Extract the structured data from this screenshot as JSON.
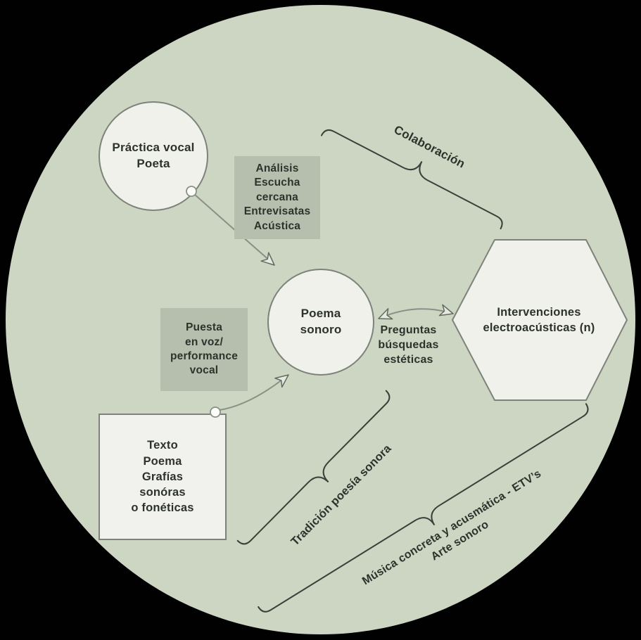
{
  "nodes": {
    "practica_vocal": "Práctica vocal\nPoeta",
    "poema_sonoro": "Poema\nsonoro",
    "intervenciones": "Intervenciones\nelectroacústicas (n)",
    "texto_poema": "Texto\nPoema\nGrafías\nsonóras\no fonéticas"
  },
  "process_labels": {
    "analisis": "Análisis\nEscucha\ncercana\nEntrevisatas\nAcústica",
    "puesta_en_voz": "Puesta\nen voz/\nperformance\nvocal",
    "preguntas": "Preguntas\nbúsquedas\nestéticas"
  },
  "brace_labels": {
    "colaboracion": "Colaboración",
    "tradicion": "Tradición poesía sonora",
    "musica": "Música concreta y acusmática - ETV’s\nArte sonoro"
  },
  "colors": {
    "outside": "#010101",
    "circle_bg": "#ccd6c3",
    "node_fill": "#eff1ea",
    "node_stroke": "#7d837a",
    "label_box": "#b6bfae",
    "text": "#2d322c",
    "connector": "#8a9086",
    "brace": "#3c403a"
  }
}
